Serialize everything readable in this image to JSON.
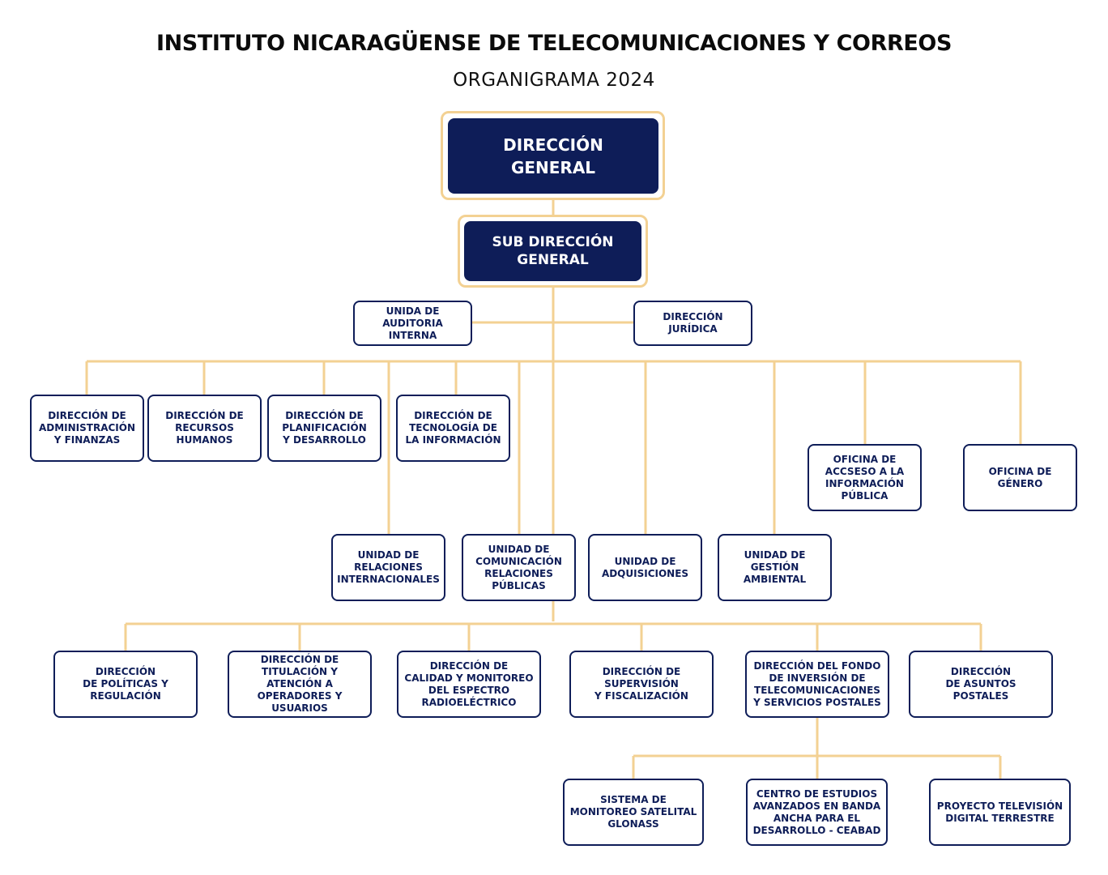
{
  "header": {
    "title": "INSTITUTO NICARAGÜENSE DE TELECOMUNICACIONES Y CORREOS",
    "subtitle": "ORGANIGRAMA 2024"
  },
  "colors": {
    "navy": "#0e1d58",
    "connector": "#f3d193"
  },
  "nodes": {
    "direccion_general": "DIRECCIÓN\nGENERAL",
    "sub_direccion_general": "SUB DIRECCIÓN\nGENERAL",
    "auditoria": "UNIDA DE\nAUDITORIA\nINTERNA",
    "juridica": "DIRECCIÓN\nJURÍDICA",
    "administracion": "DIRECCIÓN DE\nADMINISTRACIÓN\nY FINANZAS",
    "recursos_humanos": "DIRECCIÓN DE\nRECURSOS\nHUMANOS",
    "planificacion": "DIRECCIÓN DE\nPLANIFICACIÓN\nY DESARROLLO",
    "tecnologia": "DIRECCIÓN DE\nTECNOLOGÍA DE\nLA INFORMACIÓN",
    "acceso_informacion": "OFICINA DE\nACCSESO A LA\nINFORMACIÓN\nPÚBLICA",
    "genero": "OFICINA DE\nGÉNERO",
    "relaciones_internacionales": "UNIDAD DE\nRELACIONES\nINTERNACIONALES",
    "comunicacion": "UNIDAD DE\nCOMUNICACIÓN\nRELACIONES\nPÚBLICAS",
    "adquisiciones": "UNIDAD DE\nADQUISICIONES",
    "gestion_ambiental": "UNIDAD DE\nGESTIÓN\nAMBIENTAL",
    "politicas": "DIRECCIÓN\nDE POLÍTICAS Y\nREGULACIÓN",
    "titulacion": "DIRECCIÓN  DE\nTITULACIÓN Y\nATENCIÓN A\nOPERADORES Y\nUSUARIOS",
    "calidad": "DIRECCIÓN  DE\nCALIDAD Y MONITOREO\nDEL ESPECTRO\nRADIOELÉCTRICO",
    "supervision": "DIRECCIÓN  DE\nSUPERVISIÓN\nY FISCALIZACIÓN",
    "fondo": "DIRECCIÓN  DEL FONDO\nDE INVERSIÓN DE\nTELECOMUNICACIONES\nY SERVICIOS POSTALES",
    "asuntos_postales": "DIRECCIÓN\nDE ASUNTOS\nPOSTALES",
    "glonass": "SISTEMA DE\nMONITOREO SATELITAL\nGLONASS",
    "ceabad": "CENTRO DE ESTUDIOS\nAVANZADOS EN BANDA\nANCHA PARA EL\nDESARROLLO - CEABAD",
    "television": "PROYECTO TELEVISIÓN\nDIGITAL TERRESTRE"
  }
}
